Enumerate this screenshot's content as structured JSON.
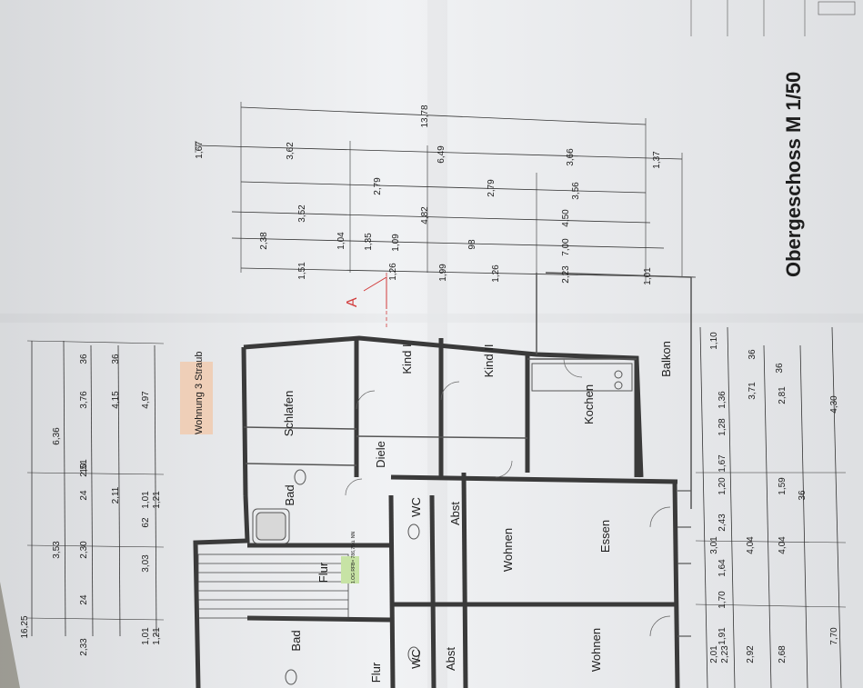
{
  "title": "Obergeschoss M 1/50",
  "unit_label": "Wohnung 3 Straub",
  "section_marker": "A",
  "rooms": [
    {
      "label": "Schlafen"
    },
    {
      "label": "Kind I"
    },
    {
      "label": "Kind II"
    },
    {
      "label": "Kochen"
    },
    {
      "label": "Balkon"
    },
    {
      "label": "Diele"
    },
    {
      "label": "Bad"
    },
    {
      "label": "WC"
    },
    {
      "label": "Abst"
    },
    {
      "label": "Flur"
    },
    {
      "label": "Wohnen"
    },
    {
      "label": "Essen"
    },
    {
      "label": "Flur"
    },
    {
      "label": "Bad"
    },
    {
      "label": "WC"
    },
    {
      "label": "Abst"
    },
    {
      "label": "Wohnen"
    }
  ],
  "dimensions_top": [
    {
      "label": "13,78"
    },
    {
      "label": "1,67"
    },
    {
      "label": "3,62"
    },
    {
      "label": "6,49"
    },
    {
      "label": "3,66"
    },
    {
      "label": "1,37"
    },
    {
      "label": "2,79"
    },
    {
      "label": "2,79"
    },
    {
      "label": "3,56"
    },
    {
      "label": "3,52"
    },
    {
      "label": "4,82"
    },
    {
      "label": "4,50"
    },
    {
      "label": "2,38"
    },
    {
      "label": "1,04"
    },
    {
      "label": "1,35"
    },
    {
      "label": "1,09"
    },
    {
      "label": "98"
    },
    {
      "label": "7,00"
    },
    {
      "label": "1,51"
    },
    {
      "label": "1,26"
    },
    {
      "label": "1,99"
    },
    {
      "label": "1,26"
    },
    {
      "label": "2,23"
    },
    {
      "label": "1,01"
    }
  ],
  "dimensions_left": [
    {
      "label": "16,25"
    },
    {
      "label": "3,53"
    },
    {
      "label": "6,36"
    },
    {
      "label": "2,33"
    },
    {
      "label": "2,30"
    },
    {
      "label": "2,51"
    },
    {
      "label": "3,76"
    },
    {
      "label": "36"
    },
    {
      "label": "24"
    },
    {
      "label": "24"
    },
    {
      "label": "10"
    },
    {
      "label": "2,11"
    },
    {
      "label": "4,15"
    },
    {
      "label": "36"
    },
    {
      "label": "1,01"
    },
    {
      "label": "1,21"
    },
    {
      "label": "62"
    },
    {
      "label": "3,03"
    },
    {
      "label": "1,01"
    },
    {
      "label": "1,21"
    },
    {
      "label": "4,97"
    }
  ],
  "dimensions_bottom": [
    {
      "label": "1,10"
    },
    {
      "label": "36"
    },
    {
      "label": "3,71"
    },
    {
      "label": "1,36"
    },
    {
      "label": "2,81"
    },
    {
      "label": "36"
    },
    {
      "label": "1,28"
    },
    {
      "label": "1,67"
    },
    {
      "label": "1,20"
    },
    {
      "label": "1,59"
    },
    {
      "label": "4,30"
    },
    {
      "label": "2,43"
    },
    {
      "label": "4,04"
    },
    {
      "label": "4,04"
    },
    {
      "label": "36"
    },
    {
      "label": "1,64"
    },
    {
      "label": "1,70"
    },
    {
      "label": "3,01"
    },
    {
      "label": "1,91"
    },
    {
      "label": "2,92"
    },
    {
      "label": "2,68"
    },
    {
      "label": "7,70"
    },
    {
      "label": "2,01"
    },
    {
      "label": "2,23"
    }
  ],
  "notes": [
    {
      "label": "1.OG RFB= 786,75 ü. NN"
    }
  ]
}
